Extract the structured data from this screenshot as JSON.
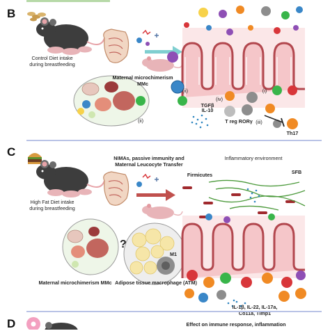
{
  "panels": {
    "B": {
      "letter": "B",
      "caption_diet": "Control Diet intake during breastfeeding",
      "caption_mm": "Maternal microchimerism MMc",
      "label_ii_top": "(ii)",
      "label_ii_bottom": "(ii)",
      "label_iv": "(iv)",
      "label_i": "(i)",
      "label_iii": "(iii)",
      "tgfb": "TGFβ",
      "il10": "IL-10",
      "treg": "T reg RORγ",
      "th17": "Th17"
    },
    "C": {
      "letter": "C",
      "caption_transfer": "NIMAs, passive immunity and Maternal Leucocyte Transfer",
      "caption_diet": "High Fat Diet intake during breastfeeding",
      "caption_env": "Inflammatory environment",
      "firmicutes": "Firmicutes",
      "sfb": "SFB",
      "m1": "M1",
      "caption_mm": "Maternal microchimerism MMc",
      "caption_atm": "Adipose tissue macrophage (ATM)",
      "question": "?",
      "cytokines": "IL-1β, IL-22, IL-17a, Co11a, Timp1"
    },
    "D": {
      "letter": "D",
      "caption_effect": "Effect on immune response, inflammation"
    }
  },
  "colors": {
    "divider": "#b9c3e6",
    "mouse": "#3d3d3d",
    "pup": "#e8b4b8",
    "arrow_B": "#7fcfd0",
    "arrow_C": "#c0504d",
    "villi_fill": "#f5c6c9",
    "villi_stroke": "#b2474e",
    "cell_purple": "#8e4fb5",
    "cell_orange": "#f08a24",
    "cell_red": "#d8363a",
    "cell_green": "#39b54a",
    "cell_blue": "#3a87c8",
    "cell_grey": "#8d8d8d",
    "cell_yellow": "#f7d24a",
    "bacteria_red": "#a0292d",
    "bacteria_green": "#4c9a3c",
    "dots_blue": "#2e86c1"
  }
}
